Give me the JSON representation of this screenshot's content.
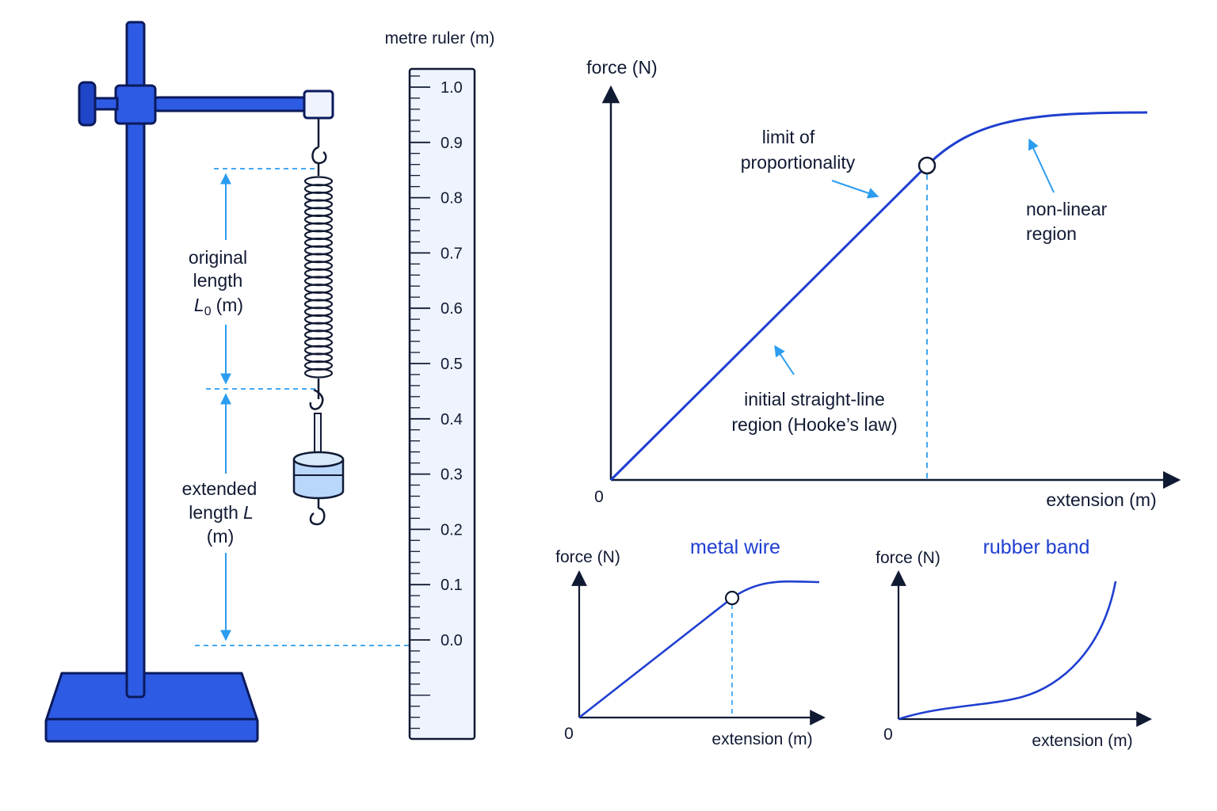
{
  "colors": {
    "stand_blue": "#2d5be3",
    "stand_dark": "#0b1a5c",
    "curve_blue": "#1f3fd0",
    "dash_cyan": "#2b9cf0",
    "axis": "#111a33",
    "ruler_fill": "#eef3fd",
    "mass_fill": "#b9d6fb"
  },
  "apparatus": {
    "original_length": [
      "original",
      "length"
    ],
    "original_length_symbol": "L",
    "original_length_sub": "0",
    "original_length_unit": "(m)",
    "extended_length": [
      "extended",
      "length"
    ],
    "extended_length_symbol": "L",
    "extended_length_unit": "(m)"
  },
  "ruler": {
    "title": "metre ruler (m)",
    "labels": [
      "1.0",
      "0.9",
      "0.8",
      "0.7",
      "0.6",
      "0.5",
      "0.4",
      "0.3",
      "0.2",
      "0.1",
      "0.0"
    ]
  },
  "main_graph": {
    "y_label": "force (N)",
    "x_label": "extension (m)",
    "origin": "0",
    "annotations": {
      "limit": [
        "limit of",
        "proportionality"
      ],
      "nonlinear": [
        "non-linear",
        "region"
      ],
      "linear": [
        "initial straight-line",
        "region (Hooke’s law)"
      ]
    }
  },
  "metal_wire": {
    "title": "metal wire",
    "y_label": "force (N)",
    "x_label": "extension (m)",
    "origin": "0"
  },
  "rubber_band": {
    "title": "rubber band",
    "y_label": "force (N)",
    "x_label": "extension (m)",
    "origin": "0"
  }
}
